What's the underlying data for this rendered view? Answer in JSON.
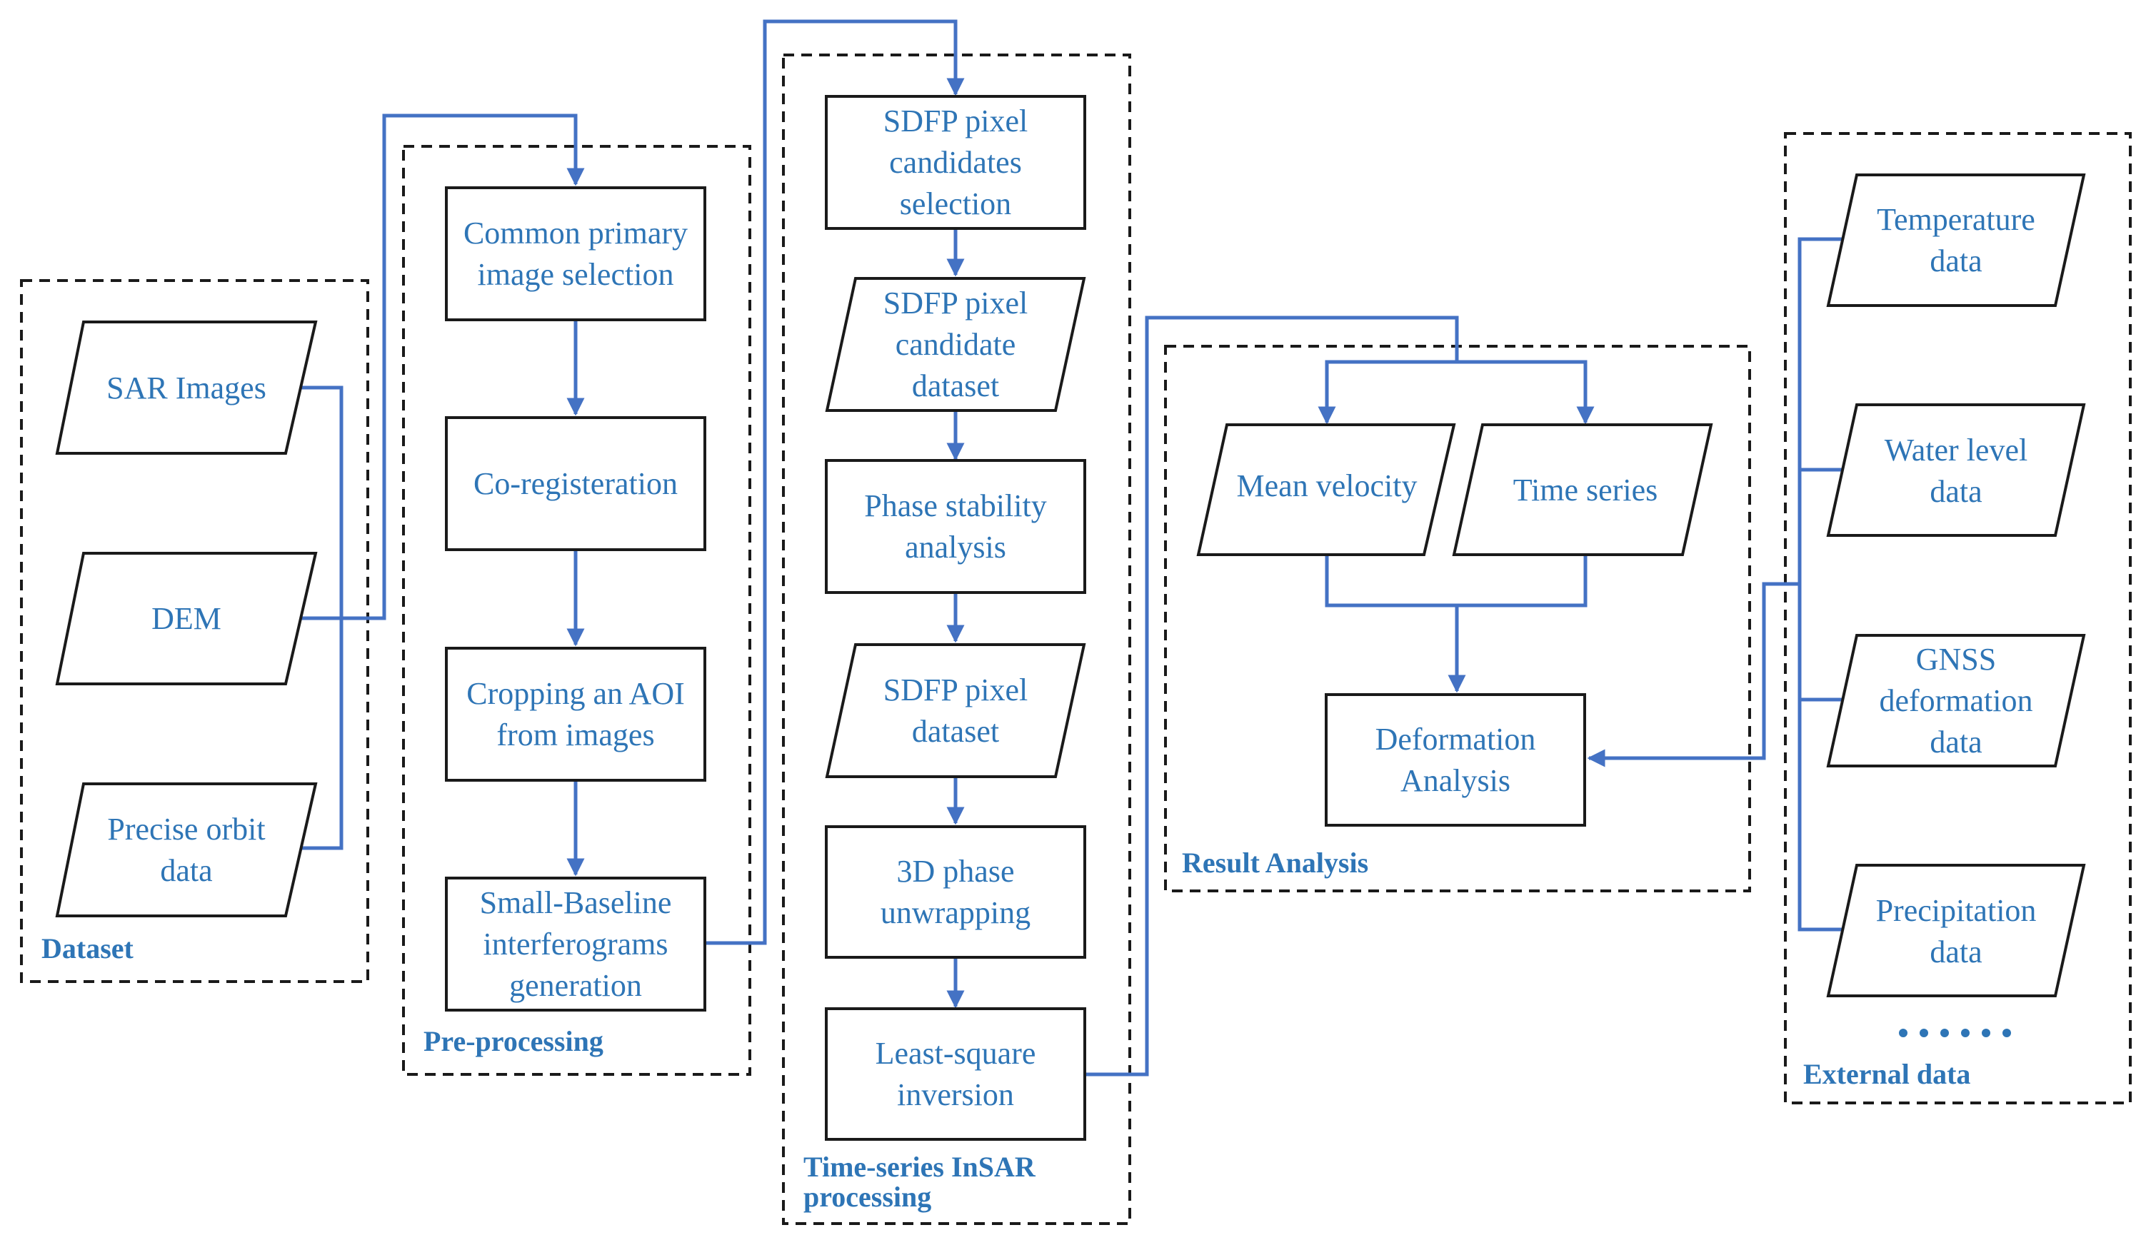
{
  "groups": {
    "dataset": "Dataset",
    "preprocessing": "Pre-processing",
    "tsinsar": [
      "Time-series InSAR",
      "processing"
    ],
    "result": "Result Analysis",
    "external": "External data"
  },
  "nodes": {
    "sar_images": [
      "SAR Images"
    ],
    "dem": [
      "DEM"
    ],
    "precise_orbit": [
      "Precise orbit",
      "data"
    ],
    "common_primary": [
      "Common primary",
      "image selection"
    ],
    "coregistration": [
      "Co-registeration"
    ],
    "cropping": [
      "Cropping an AOI",
      "from images"
    ],
    "small_baseline": [
      "Small-Baseline",
      "interferograms",
      "generation"
    ],
    "sdfp_selection": [
      "SDFP pixel",
      "candidates",
      "selection"
    ],
    "sdfp_candidate_dataset": [
      "SDFP pixel",
      "candidate",
      "dataset"
    ],
    "phase_stability": [
      "Phase stability",
      "analysis"
    ],
    "sdfp_dataset": [
      "SDFP pixel",
      "dataset"
    ],
    "unwrapping": [
      "3D phase",
      "unwrapping"
    ],
    "least_square": [
      "Least-square",
      "inversion"
    ],
    "mean_velocity": [
      "Mean velocity"
    ],
    "time_series": [
      "Time series"
    ],
    "deformation": [
      "Deformation",
      "Analysis"
    ],
    "temperature": [
      "Temperature",
      "data"
    ],
    "water_level": [
      "Water level",
      "data"
    ],
    "gnss": [
      "GNSS",
      "deformation",
      "data"
    ],
    "precipitation": [
      "Precipitation",
      "data"
    ]
  },
  "more_indicator": "......",
  "colors": {
    "accent": "#4472c4",
    "text": "#2e75b6",
    "border": "#1a1a1a"
  }
}
